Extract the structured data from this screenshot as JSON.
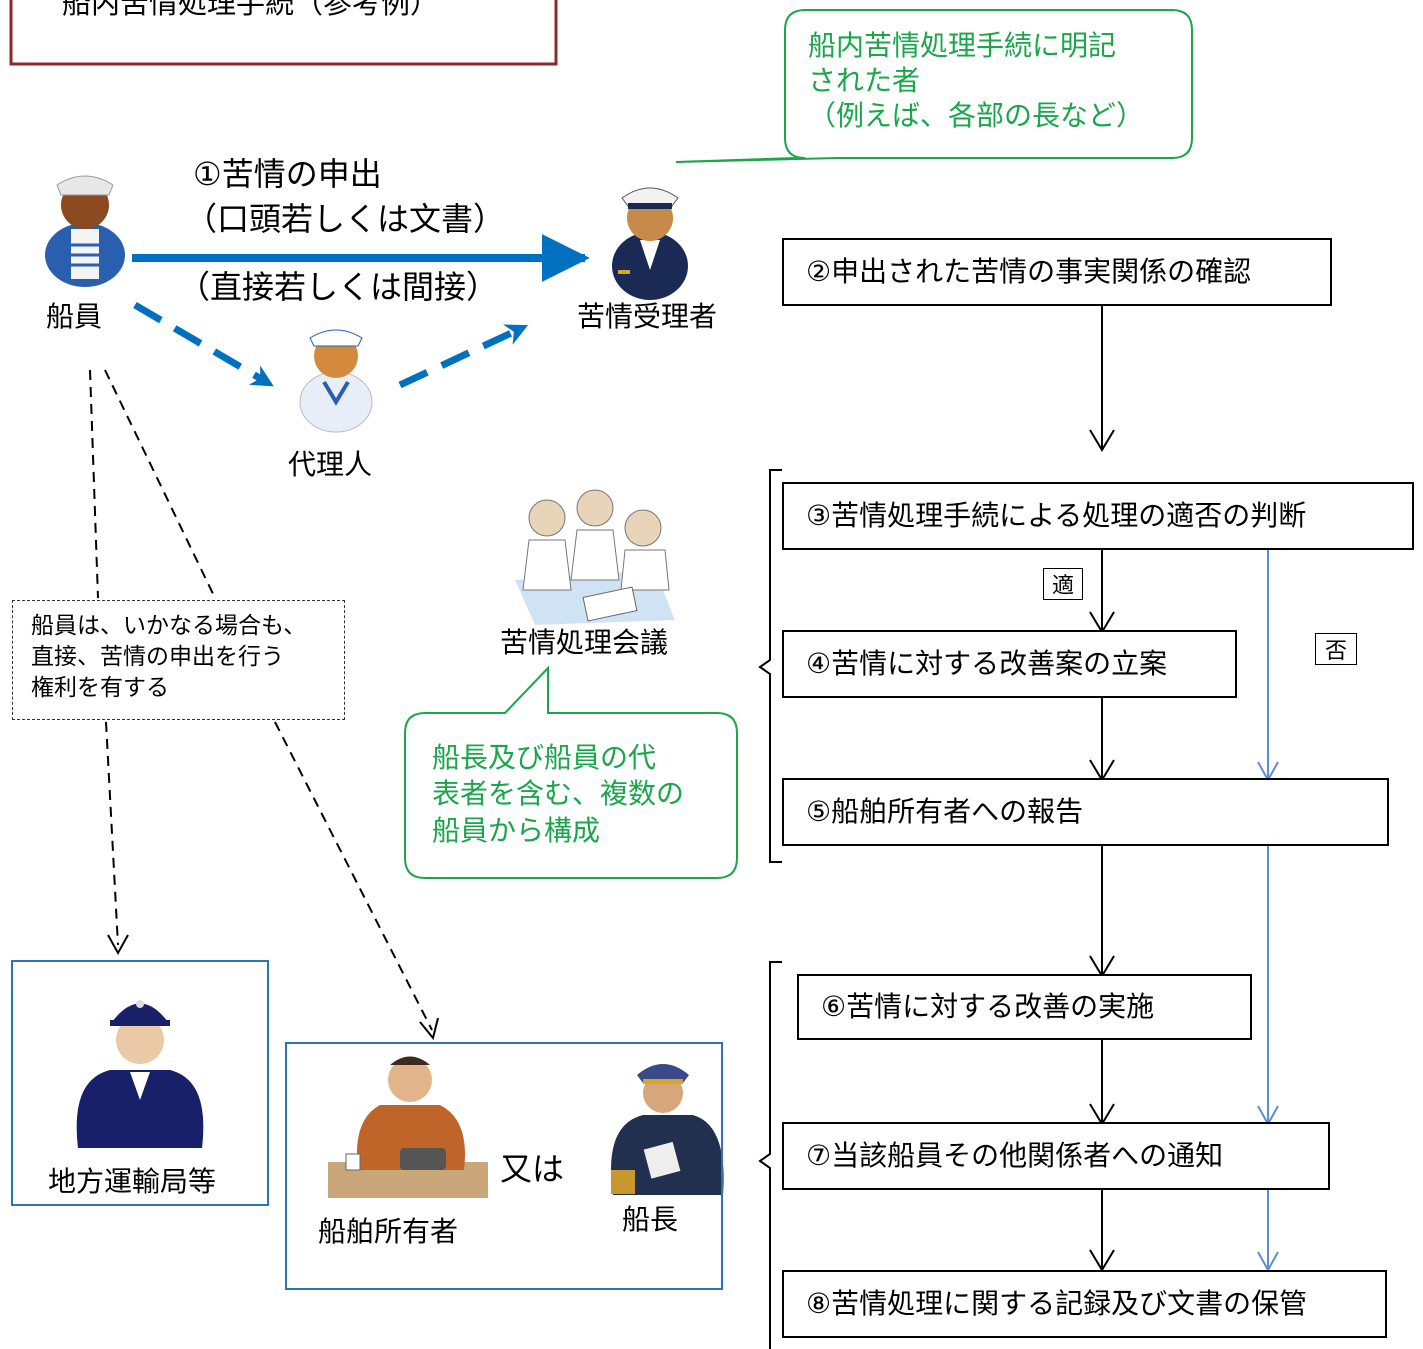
{
  "title": "船内苦情処理手続（参考例）",
  "actors": {
    "crew": "船員",
    "receiver": "苦情受理者",
    "agent": "代理人",
    "meeting": "苦情処理会議",
    "local_bureau": "地方運輸局等",
    "shipowner": "船舶所有者",
    "or": "又は",
    "captain": "船長"
  },
  "complaint": {
    "line1": "①苦情の申出",
    "line2": "（口頭若しくは文書）",
    "line3": "（直接若しくは間接）"
  },
  "callouts": {
    "receiver_note": [
      "船内苦情処理手続に明記",
      "された者",
      "（例えば、各部の長など）"
    ],
    "meeting_note": [
      "船長及び船員の代",
      "表者を含む、複数の",
      "船員から構成"
    ]
  },
  "rights_note": [
    "船員は、いかなる場合も、",
    "直接、苦情の申出を行う",
    "権利を有する"
  ],
  "steps": [
    "②申出された苦情の事実関係の確認",
    "③苦情処理手続による処理の適否の判断",
    "④苦情に対する改善案の立案",
    "⑤船舶所有者への報告",
    "⑥苦情に対する改善の実施",
    "⑦当該船員その他関係者への通知",
    "⑧苦情処理に関する記録及び文書の保管"
  ],
  "decision": {
    "yes": "適",
    "no": "否"
  },
  "colors": {
    "title_border": "#8b2a2a",
    "callout_green": "#1aa64a",
    "arrow_blue": "#0070c0",
    "flow_blue": "#5b8ed6",
    "box_blue": "#2e74b5"
  },
  "icons": [
    "sailor-icon",
    "officer-icon",
    "meeting-people-icon",
    "police-officer-icon",
    "phone-man-icon",
    "captain-phone-icon"
  ]
}
